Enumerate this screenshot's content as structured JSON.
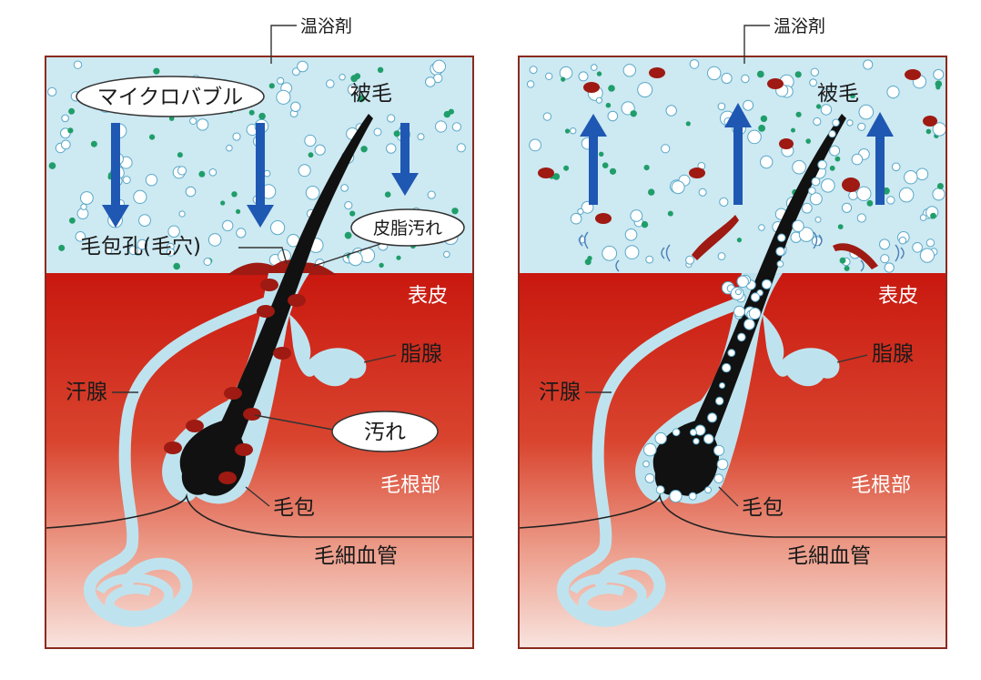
{
  "left_panel": {
    "bath_agent": "温浴剤",
    "microbubble": "マイクロバブル",
    "body_hair": "被毛",
    "sebum_dirt": "皮脂汚れ",
    "pore": "毛包孔(毛穴)",
    "epidermis": "表皮",
    "sebaceous_gland": "脂腺",
    "sweat_gland": "汗腺",
    "dirt": "汚れ",
    "hair_root": "毛根部",
    "follicle": "毛包",
    "capillary": "毛細血管"
  },
  "right_panel": {
    "bath_agent": "温浴剤",
    "body_hair": "被毛",
    "epidermis": "表皮",
    "sebaceous_gland": "脂腺",
    "sweat_gland": "汗腺",
    "hair_root": "毛根部",
    "follicle": "毛包",
    "capillary": "毛細血管"
  },
  "colors": {
    "water": "#cde9f2",
    "bubble": "#ffffff",
    "agent_dot": "#1f9e6a",
    "skin_top": "#c9180f",
    "skin_bottom": "#f6dcd6",
    "gland": "#bfe3ee",
    "dirt": "#9e1a12",
    "hair": "#111111",
    "arrow": "#1f58b3",
    "border": "#8a2a1e"
  },
  "icons": {
    "down_arrow": "down-arrow-icon",
    "up_arrow": "up-arrow-icon"
  }
}
